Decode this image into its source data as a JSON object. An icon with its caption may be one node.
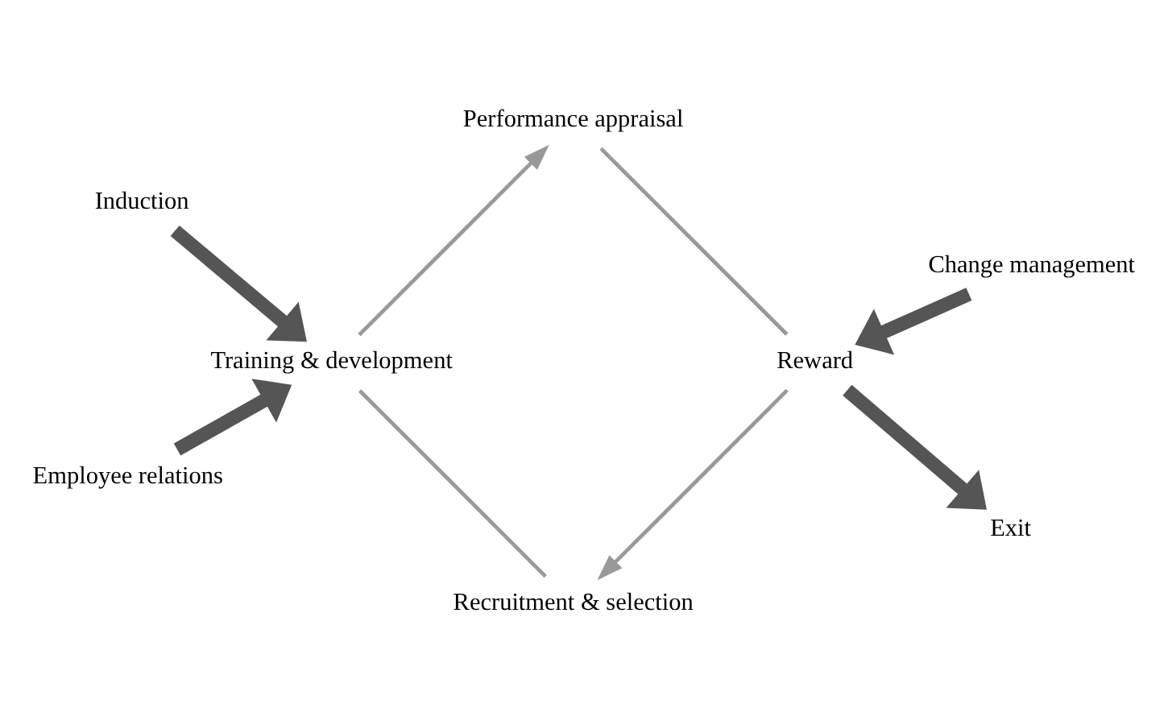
{
  "diagram": {
    "nodes": [
      {
        "text": [
          "Recruitment & selection"
        ]
      },
      {
        "text": [
          "Induction"
        ]
      },
      {
        "text": [
          "Training & development"
        ]
      },
      {
        "text": [
          "Employee relations"
        ]
      },
      {
        "text": [
          "Performance appraisal"
        ]
      },
      {
        "text": [
          "Change management"
        ]
      },
      {
        "text": [
          "Reward"
        ]
      },
      {
        "text": [
          "Exit"
        ]
      }
    ],
    "edges": [
      {
        "from": 6,
        "to": 0,
        "arrow": "to"
      },
      {
        "from": 0,
        "to": 2,
        "arrow": "none"
      },
      {
        "from": 2,
        "to": 4,
        "arrow": "to"
      },
      {
        "from": 4,
        "to": 6,
        "arrow": "none"
      },
      {
        "from": 1,
        "to": 2,
        "arrow": "to",
        "style": "thick"
      },
      {
        "from": 3,
        "to": 2,
        "arrow": "to",
        "style": "thick"
      },
      {
        "from": 5,
        "to": 6,
        "arrow": "to",
        "style": "thick"
      },
      {
        "from": 6,
        "to": 7,
        "arrow": "to",
        "style": "thick"
      }
    ]
  }
}
